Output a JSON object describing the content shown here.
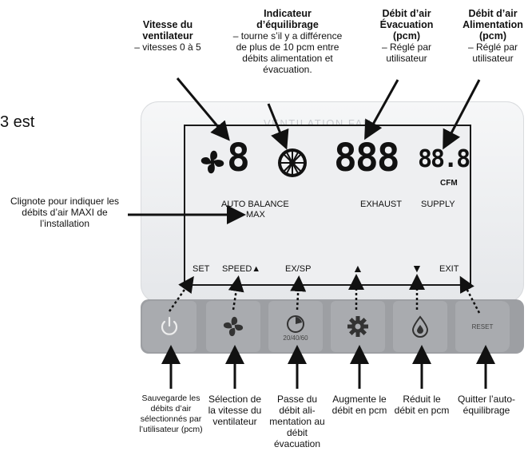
{
  "side_text": "3 est",
  "callouts": {
    "speed": {
      "title": "Vitesse du ventilateur",
      "desc": "– vitesses 0 à 5"
    },
    "balance": {
      "title": "Indicateur d’équilibrage",
      "desc": "– tourne s’il y a différence de plus de 10 pcm entre débits alimentation et évacuation."
    },
    "exhaust": {
      "title": "Débit d’air Évacuation (pcm)",
      "desc": "– Réglé par utilisateur"
    },
    "supply": {
      "title": "Débit d’air Alimentation (pcm)",
      "desc": "– Réglé par utilisateur"
    },
    "max": {
      "desc": "Clignote pour indiquer les débits d’air MAXI de l’installation"
    }
  },
  "device": {
    "brand": "VENTILATION FAN",
    "display": {
      "speed_digit": "8",
      "exhaust_digits": "888",
      "supply_digits": "88.8",
      "unit": "CFM",
      "auto_balance": "AUTO BALANCE",
      "max": "MAX",
      "exhaust_label": "EXHAUST",
      "supply_label": "SUPPLY",
      "keys": {
        "set": "SET",
        "speed": "SPEED▲",
        "exsp": "EX/SP",
        "up": "▲",
        "down": "▼",
        "exit": "EXIT"
      }
    },
    "buttons": {
      "exsp_sub": "20/40/60",
      "reset": "RESET"
    }
  },
  "bottom_labels": {
    "save": "Sauvegarde les débits d’air sélectionnés par l’utilisateur (pcm)",
    "speed": "Sélection de la vitesse du ventilateur",
    "exsp": "Passe du débit ali- mentation au débit évacuation",
    "up": "Augmente le débit en pcm",
    "down": "Réduit le débit en pcm",
    "exit": "Quitter l’auto- équilibrage"
  }
}
